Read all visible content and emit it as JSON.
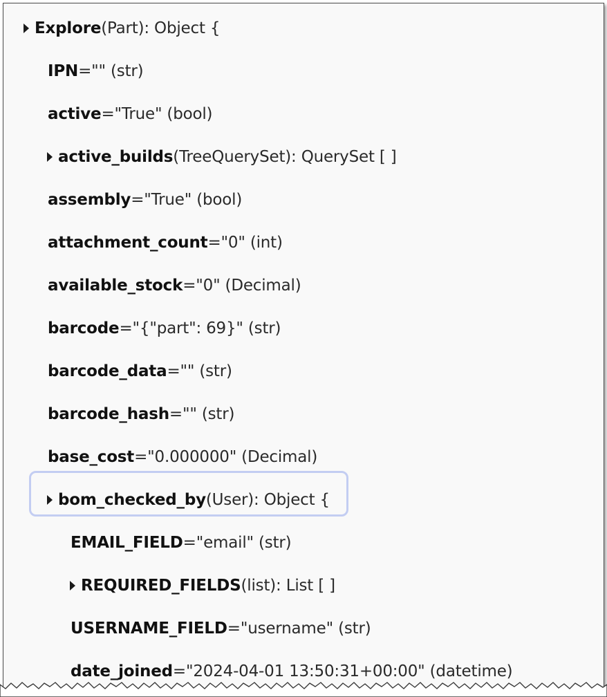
{
  "tree": {
    "rows": [
      {
        "key": "Explore",
        "rest": " (Part): Object {",
        "expandable": true,
        "level": 0
      },
      {
        "key": "IPN",
        "rest": "=\"\" (str)",
        "expandable": false,
        "level": 1
      },
      {
        "key": "active",
        "rest": "=\"True\" (bool)",
        "expandable": false,
        "level": 1
      },
      {
        "key": "active_builds",
        "rest": " (TreeQuerySet): QuerySet [ ]",
        "expandable": true,
        "level": 1
      },
      {
        "key": "assembly",
        "rest": "=\"True\" (bool)",
        "expandable": false,
        "level": 1
      },
      {
        "key": "attachment_count",
        "rest": "=\"0\" (int)",
        "expandable": false,
        "level": 1
      },
      {
        "key": "available_stock",
        "rest": "=\"0\" (Decimal)",
        "expandable": false,
        "level": 1
      },
      {
        "key": "barcode",
        "rest": "=\"{\"part\": 69}\" (str)",
        "expandable": false,
        "level": 1
      },
      {
        "key": "barcode_data",
        "rest": "=\"\" (str)",
        "expandable": false,
        "level": 1
      },
      {
        "key": "barcode_hash",
        "rest": "=\"\" (str)",
        "expandable": false,
        "level": 1
      },
      {
        "key": "base_cost",
        "rest": "=\"0.000000\" (Decimal)",
        "expandable": false,
        "level": 1
      },
      {
        "key": "bom_checked_by",
        "rest": " (User): Object {",
        "expandable": true,
        "level": 1,
        "highlighted": true
      },
      {
        "key": "EMAIL_FIELD",
        "rest": "=\"email\" (str)",
        "expandable": false,
        "level": 2
      },
      {
        "key": "REQUIRED_FIELDS",
        "rest": " (list): List [ ]",
        "expandable": true,
        "level": 2
      },
      {
        "key": "USERNAME_FIELD",
        "rest": "=\"username\" (str)",
        "expandable": false,
        "level": 2
      },
      {
        "key": "date_joined",
        "rest": "=\"2024-04-01 13:50:31+00:00\" (datetime)",
        "expandable": false,
        "level": 2
      }
    ]
  },
  "colors": {
    "highlight": "#c3cdf2",
    "background": "#f9f9f9",
    "text": "#1f1f1f"
  }
}
